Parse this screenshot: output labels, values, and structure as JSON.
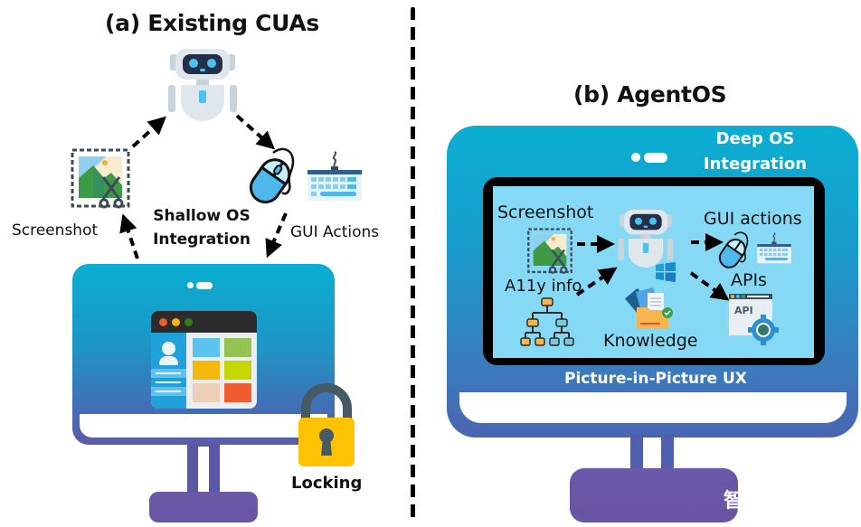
{
  "panel_a": {
    "title": "(a) Existing CUAs",
    "labels": {
      "screenshot": "Screenshot",
      "gui_actions": "GUI Actions",
      "shallow_line1": "Shallow OS",
      "shallow_line2": "Integration",
      "locking": "Locking"
    },
    "icons": [
      "robot-icon",
      "screenshot-icon",
      "mouse-icon",
      "keyboard-icon",
      "monitor-icon",
      "app-window-icon",
      "lock-icon"
    ]
  },
  "panel_b": {
    "title": "(b) AgentOS",
    "labels": {
      "deep_line1": "Deep OS",
      "deep_line2": "Integration",
      "screenshot": "Screenshot",
      "a11y": "A11y info",
      "gui_actions": "GUI actions",
      "apis": "APIs",
      "knowledge": "Knowledge",
      "pip": "Picture-in-Picture UX",
      "api_badge": "API"
    },
    "icons": [
      "robot-icon",
      "windows-logo-icon",
      "screenshot-icon",
      "tree-icon",
      "mouse-icon",
      "keyboard-icon",
      "api-gear-icon",
      "knowledge-folder-icon",
      "monitor-icon"
    ]
  },
  "watermark": "智",
  "colors": {
    "bezel_top": "#0aaed2",
    "bezel_bottom": "#5b5ba7",
    "screen_inner": "#86d9f5",
    "lock_body": "#fcc203",
    "lock_shackle": "#455a64",
    "window_tiles": [
      "#5bc4ee",
      "#95c356",
      "#f5b60d",
      "#c5d600",
      "#edcfb5",
      "#ef5c30"
    ],
    "traffic_lights": [
      "#ef5c30",
      "#f5b60d",
      "#2e7d1a"
    ]
  }
}
